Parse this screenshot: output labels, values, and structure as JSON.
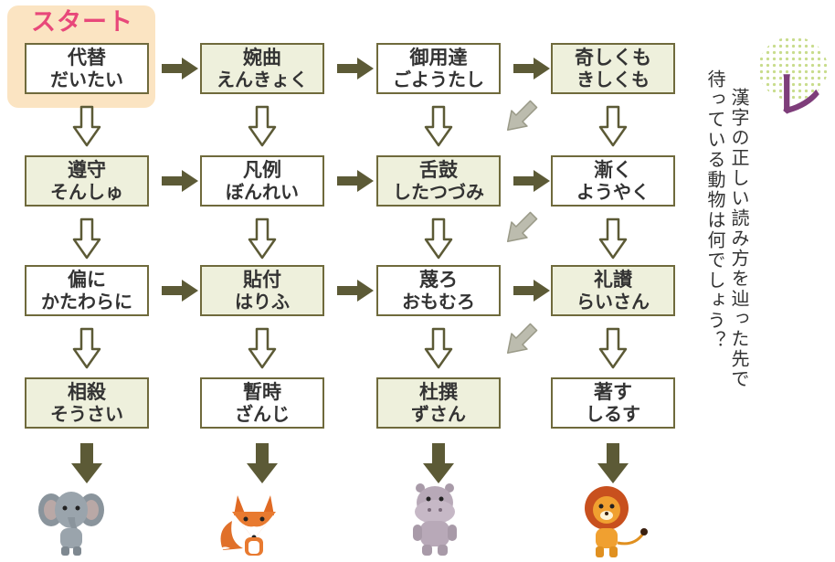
{
  "start_label": "スタート",
  "title": "読み方脳トレ",
  "subtitle_col1": "漢字の正しい読み方を辿った先で",
  "subtitle_col2": "待っている動物は何でしょう？",
  "rows": [
    [
      {
        "kanji": "代替",
        "reading": "だいたい",
        "style": "white"
      },
      {
        "kanji": "婉曲",
        "reading": "えんきょく",
        "style": "green"
      },
      {
        "kanji": "御用達",
        "reading": "ごようたし",
        "style": "white"
      },
      {
        "kanji": "奇しくも",
        "reading": "きしくも",
        "style": "green"
      }
    ],
    [
      {
        "kanji": "遵守",
        "reading": "そんしゅ",
        "style": "green"
      },
      {
        "kanji": "凡例",
        "reading": "ぼんれい",
        "style": "white"
      },
      {
        "kanji": "舌鼓",
        "reading": "したつづみ",
        "style": "green"
      },
      {
        "kanji": "漸く",
        "reading": "ようやく",
        "style": "white"
      }
    ],
    [
      {
        "kanji": "偏に",
        "reading": "かたわらに",
        "style": "white"
      },
      {
        "kanji": "貼付",
        "reading": "はりふ",
        "style": "green"
      },
      {
        "kanji": "蔑ろ",
        "reading": "おもむろ",
        "style": "white"
      },
      {
        "kanji": "礼讃",
        "reading": "らいさん",
        "style": "green"
      }
    ],
    [
      {
        "kanji": "相殺",
        "reading": "そうさい",
        "style": "green"
      },
      {
        "kanji": "暫時",
        "reading": "ざんじ",
        "style": "white"
      },
      {
        "kanji": "杜撰",
        "reading": "ずさん",
        "style": "green"
      },
      {
        "kanji": "著す",
        "reading": "しるす",
        "style": "white"
      }
    ]
  ],
  "animals": [
    "elephant-icon",
    "fox-icon",
    "hippo-icon",
    "lion-icon"
  ],
  "colors": {
    "border": "#6f6a3c",
    "arrow": "#5c5a36",
    "hollow_fill": "#ffffff",
    "diag": "#bcbcae",
    "start": "#e8487a",
    "title": "#7e3d7a",
    "start_bg": "#fbe4c2"
  }
}
